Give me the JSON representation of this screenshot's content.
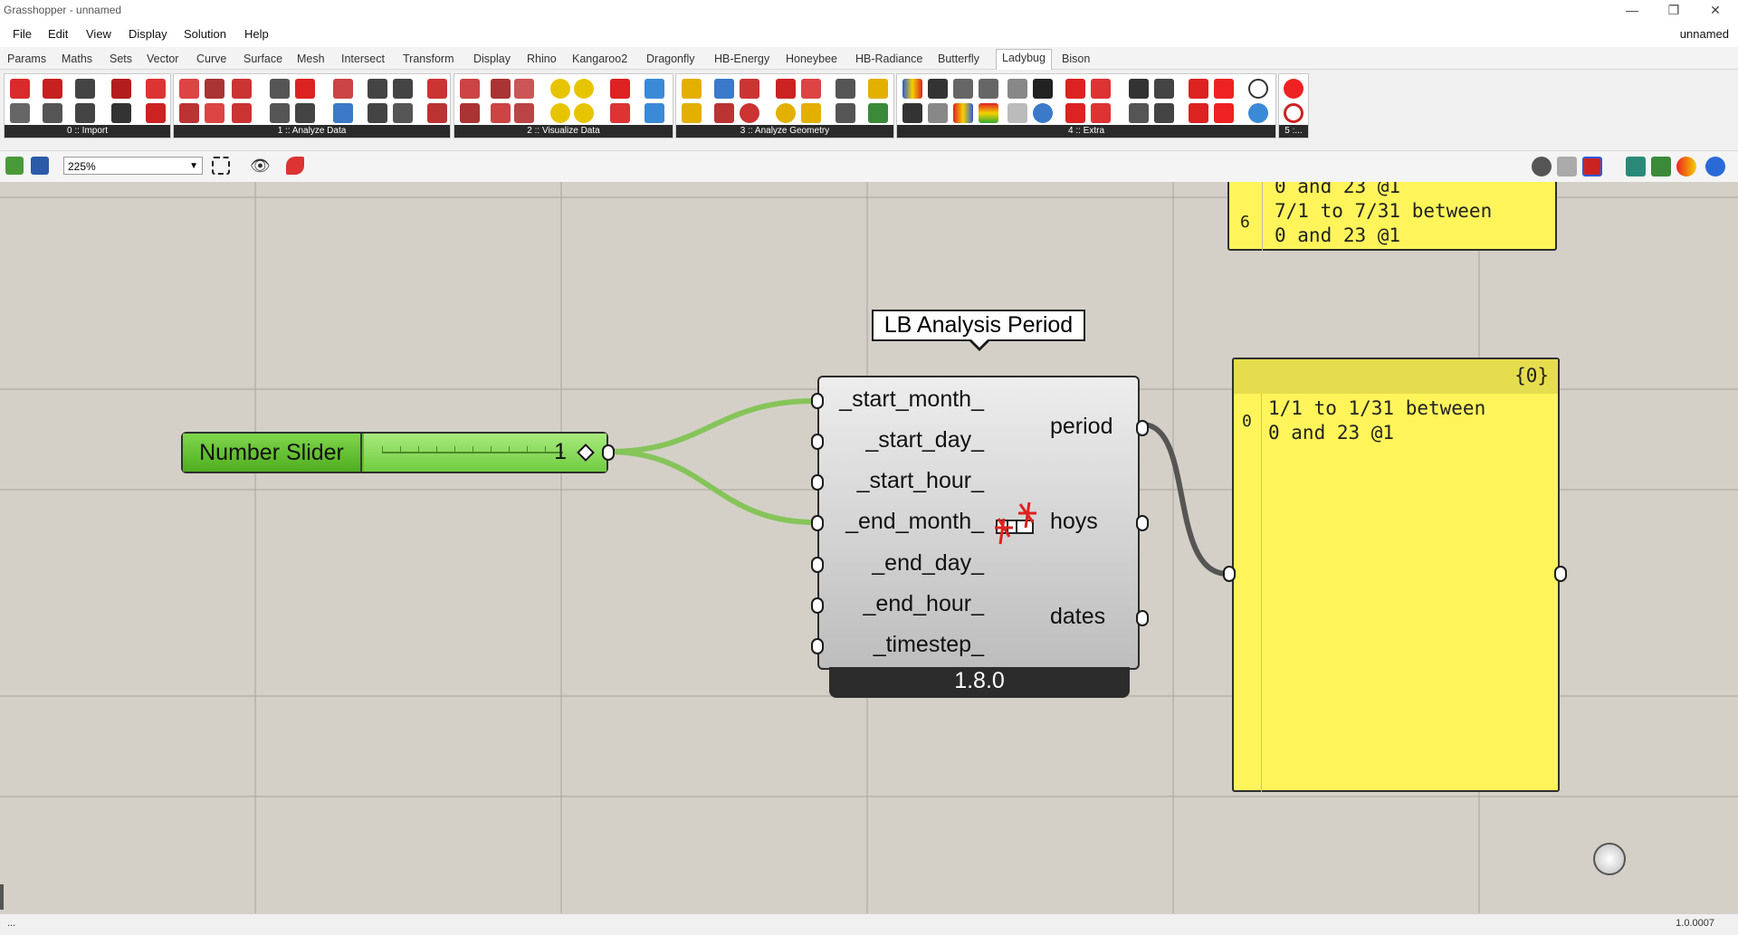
{
  "window": {
    "title": "Grasshopper - unnamed"
  },
  "menu": {
    "items": [
      "File",
      "Edit",
      "View",
      "Display",
      "Solution",
      "Help"
    ],
    "doc_name": "unnamed"
  },
  "tabs": {
    "items": [
      "Params",
      "Maths",
      "Sets",
      "Vector",
      "Curve",
      "Surface",
      "Mesh",
      "Intersect",
      "Transform",
      "Display",
      "Rhino",
      "Kangaroo2",
      "Dragonfly",
      "HB-Energy",
      "Honeybee",
      "HB-Radiance",
      "Butterfly",
      "Ladybug",
      "Bison"
    ],
    "active": "Ladybug"
  },
  "ribbon": {
    "groups": [
      "0 :: Import",
      "1 :: Analyze Data",
      "2 :: Visualize Data",
      "3 :: Analyze Geometry",
      "4 :: Extra",
      "5 :..."
    ]
  },
  "canvas_toolbar": {
    "zoom": "225%"
  },
  "slider": {
    "name": "Number Slider",
    "value": "1"
  },
  "component": {
    "title": "LB Analysis Period",
    "inputs": [
      "_start_month_",
      "_start_day_",
      "_start_hour_",
      "_end_month_",
      "_end_day_",
      "_end_hour_",
      "_timestep_"
    ],
    "outputs": [
      "period",
      "hoys",
      "dates"
    ],
    "version": "1.8.0"
  },
  "panel_top": {
    "index": "6",
    "lines_prev": "0 and 23 @1",
    "line1": "7/1 to 7/31 between",
    "line2": "0 and 23 @1"
  },
  "panel_main": {
    "header": "{0}",
    "index": "0",
    "line1": "1/1 to 1/31 between",
    "line2": "0 and 23 @1"
  },
  "status": {
    "left": "...",
    "version": "1.0.0007"
  },
  "colors": {
    "slider_green": "#5cc22b",
    "panel_yellow": "#fff55a",
    "canvas": "#d4d0c8",
    "wire_green": "#86c45a",
    "wire_dark": "#555555"
  }
}
